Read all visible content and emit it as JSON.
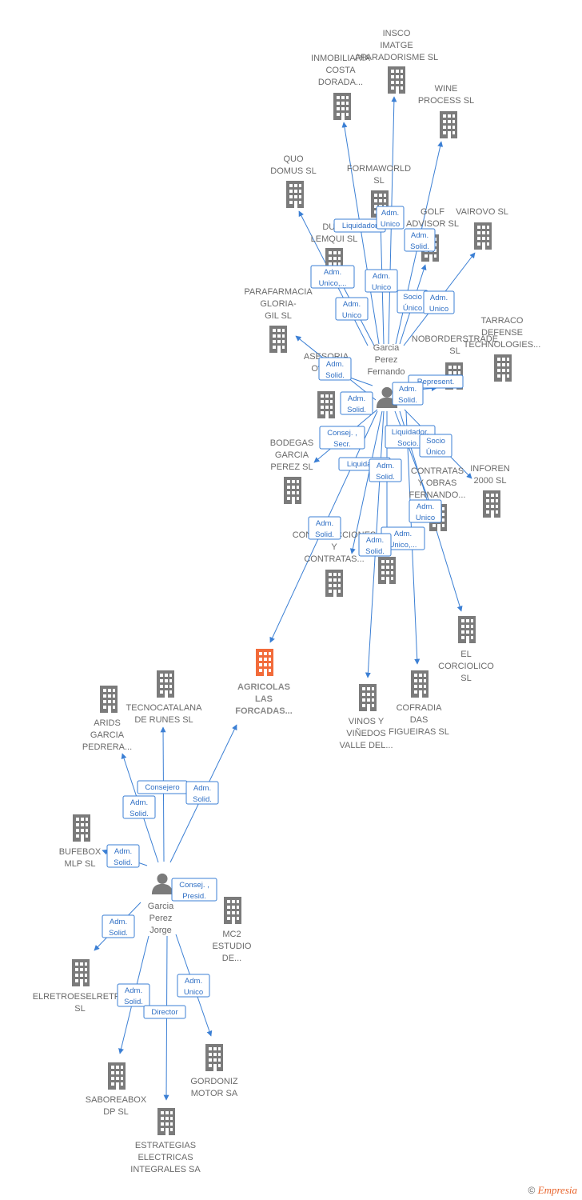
{
  "colors": {
    "company": "#7b7b7b",
    "focus": "#f26b3a",
    "person": "#7b7b7b",
    "edge": "#3b7fd4"
  },
  "footer": {
    "copyright": "©",
    "brand": "Empresia"
  },
  "persons": [
    {
      "id": "p1",
      "lines": [
        "Garcia",
        "Perez",
        "Fernando"
      ]
    },
    {
      "id": "p2",
      "lines": [
        "Garcia",
        "Perez",
        "Jorge"
      ]
    }
  ],
  "companies": [
    {
      "id": "c_insco",
      "lines": [
        "INSCO",
        "IMATGE",
        "APARADORISME SL"
      ]
    },
    {
      "id": "c_inmob",
      "lines": [
        "INMOBILIARIA",
        "COSTA",
        "DORADA..."
      ]
    },
    {
      "id": "c_wine",
      "lines": [
        "WINE",
        "PROCESS SL"
      ]
    },
    {
      "id": "c_quo",
      "lines": [
        "QUO",
        "DOMUS SL"
      ]
    },
    {
      "id": "c_forma",
      "lines": [
        "FORMAWORLD",
        "SL"
      ]
    },
    {
      "id": "c_golf",
      "lines": [
        "GOLF",
        "ADVISOR SL"
      ]
    },
    {
      "id": "c_vairovo",
      "lines": [
        "VAIROVO SL"
      ]
    },
    {
      "id": "c_dual",
      "lines": [
        "DUAL",
        "LEMQUI SL"
      ]
    },
    {
      "id": "c_parafa",
      "lines": [
        "PARAFARMACIA",
        "GLORIA-",
        "GIL SL"
      ]
    },
    {
      "id": "c_tarraco",
      "lines": [
        "TARRACO",
        "DEFENSE",
        "TECHNOLOGIES..."
      ]
    },
    {
      "id": "c_nobor",
      "lines": [
        "NOBORDERSTRADE",
        "SL"
      ]
    },
    {
      "id": "c_aseso",
      "lines": [
        "ASESORIA",
        "ORIO..."
      ]
    },
    {
      "id": "c_bodegas",
      "lines": [
        "BODEGAS",
        "GARCIA",
        "PEREZ SL"
      ]
    },
    {
      "id": "c_contratas",
      "lines": [
        "CONTRATAS",
        "Y OBRAS",
        "FERNANDO..."
      ]
    },
    {
      "id": "c_inforen",
      "lines": [
        "INFOREN",
        "2000 SL"
      ]
    },
    {
      "id": "c_constru",
      "lines": [
        "CONSTRUCCIONES",
        "Y",
        "CONTRATAS..."
      ]
    },
    {
      "id": "c_hidden",
      "lines": []
    },
    {
      "id": "c_corcio",
      "lines": [
        "EL",
        "CORCIOLICO",
        "SL"
      ]
    },
    {
      "id": "c_agricolas",
      "lines": [
        "AGRICOLAS",
        "LAS",
        "FORCADAS..."
      ],
      "focus": true
    },
    {
      "id": "c_vinos",
      "lines": [
        "VINOS Y",
        "VIÑEDOS",
        "VALLE DEL..."
      ]
    },
    {
      "id": "c_cofradia",
      "lines": [
        "COFRADIA",
        "DAS",
        "FIGUEIRAS SL"
      ]
    },
    {
      "id": "c_tecno",
      "lines": [
        "TECNOCATALANA",
        "DE RUNES SL"
      ]
    },
    {
      "id": "c_arids",
      "lines": [
        "ARIDS",
        "GARCIA",
        "PEDRERA..."
      ]
    },
    {
      "id": "c_bufebox",
      "lines": [
        "BUFEBOX",
        "MLP SL"
      ]
    },
    {
      "id": "c_mc2",
      "lines": [
        "MC2",
        "ESTUDIO",
        "DE..."
      ]
    },
    {
      "id": "c_elretro",
      "lines": [
        "ELRETROESELRETRO",
        "SL"
      ]
    },
    {
      "id": "c_gordoniz",
      "lines": [
        "GORDONIZ",
        "MOTOR SA"
      ]
    },
    {
      "id": "c_sabor",
      "lines": [
        "SABOREABOX",
        "DP SL"
      ]
    },
    {
      "id": "c_estrat",
      "lines": [
        "ESTRATEGIAS",
        "ELECTRICAS",
        "INTEGRALES SA"
      ]
    }
  ],
  "edges": [
    {
      "from": "p1",
      "to": "c_inmob",
      "role": [
        "Liquidador"
      ]
    },
    {
      "from": "p1",
      "to": "c_insco",
      "role": [
        "Adm.",
        "Unico"
      ]
    },
    {
      "from": "p1",
      "to": "c_wine",
      "role": [
        "Socio",
        "Único"
      ]
    },
    {
      "from": "p1",
      "to": "c_quo",
      "role": [
        "Adm.",
        "Unico,..."
      ]
    },
    {
      "from": "p1",
      "to": "c_forma",
      "role": [
        "Adm.",
        "Unico"
      ]
    },
    {
      "from": "p1",
      "to": "c_golf",
      "role": [
        "Adm.",
        "Solid."
      ]
    },
    {
      "from": "p1",
      "to": "c_vairovo",
      "role": [
        "Adm.",
        "Unico"
      ]
    },
    {
      "from": "p1",
      "to": "c_dual",
      "role": [
        "Adm.",
        "Unico"
      ]
    },
    {
      "from": "p1",
      "to": "c_aseso",
      "role": [
        "Adm.",
        "Solid."
      ]
    },
    {
      "from": "p1",
      "to": "c_nobor",
      "role": [
        "Represent."
      ]
    },
    {
      "from": "p1",
      "to": "c_tarraco",
      "role": [
        "Adm.",
        "Solid."
      ]
    },
    {
      "from": "p1",
      "to": "c_bodegas",
      "role": [
        "Consej. ,",
        "Secr."
      ]
    },
    {
      "from": "p1",
      "to": "c_parafa",
      "role": [
        "Adm.",
        "Solid."
      ]
    },
    {
      "from": "p1",
      "to": "c_contratas",
      "role": [
        "Liquidador,",
        "Socio..."
      ]
    },
    {
      "from": "p1",
      "to": "c_inforen",
      "role": [
        "Socio",
        "Único"
      ]
    },
    {
      "from": "p1",
      "to": "c_constru",
      "role": [
        "Liquidador"
      ]
    },
    {
      "from": "p1",
      "to": "c_hidden",
      "role": [
        "Adm.",
        "Solid."
      ]
    },
    {
      "from": "p1",
      "to": "c_corcio",
      "role": [
        "Adm.",
        "Unico"
      ]
    },
    {
      "from": "p1",
      "to": "c_agricolas",
      "role": [
        "Adm.",
        "Solid."
      ]
    },
    {
      "from": "p1",
      "to": "c_cofradia",
      "role": [
        "Adm.",
        "Unico,..."
      ]
    },
    {
      "from": "p1",
      "to": "c_vinos",
      "role": [
        "Adm.",
        "Solid."
      ]
    },
    {
      "from": "p2",
      "to": "c_tecno",
      "role": [
        "Consejero"
      ]
    },
    {
      "from": "p2",
      "to": "c_agricolas",
      "role": [
        "Adm.",
        "Solid."
      ]
    },
    {
      "from": "p2",
      "to": "c_arids",
      "role": [
        "Adm.",
        "Solid."
      ]
    },
    {
      "from": "p2",
      "to": "c_bufebox",
      "role": [
        "Adm.",
        "Solid."
      ]
    },
    {
      "from": "p2",
      "to": "c_mc2",
      "role": [
        "Consej. ,",
        "Presid."
      ]
    },
    {
      "from": "p2",
      "to": "c_elretro",
      "role": [
        "Adm.",
        "Solid."
      ]
    },
    {
      "from": "p2",
      "to": "c_sabor",
      "role": [
        "Adm.",
        "Solid."
      ]
    },
    {
      "from": "p2",
      "to": "c_estrat",
      "role": [
        "Director"
      ]
    },
    {
      "from": "p2",
      "to": "c_gordoniz",
      "role": [
        "Adm.",
        "Unico"
      ]
    }
  ]
}
